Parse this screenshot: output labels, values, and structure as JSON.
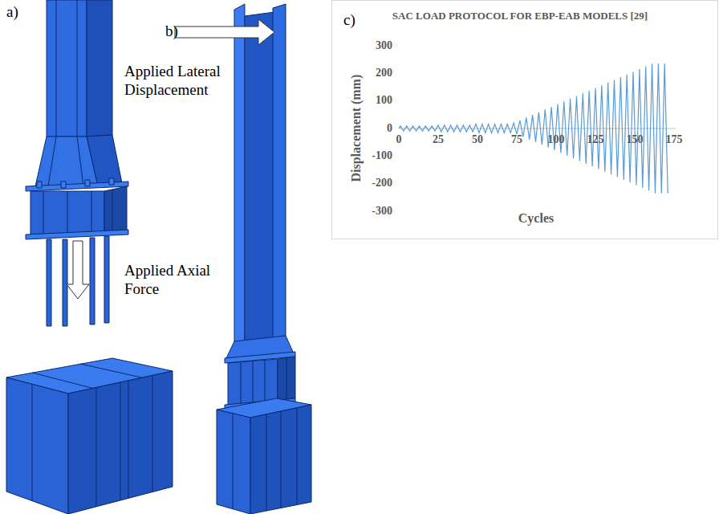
{
  "diagram": {
    "labels": [
      "a)",
      "b)",
      "c)",
      "Applied Lateral Displacement",
      "Applied Axial Force",
      "SAC LOAD PROTOCOL FOR EBP-EAB MODELS [29]",
      "300",
      "200",
      "100",
      "0",
      "-100",
      "-200",
      "-300",
      "Displacement (mm)",
      "0",
      "25",
      "50",
      "75",
      "100",
      "125",
      "150",
      "175",
      "Cycles"
    ]
  }
}
